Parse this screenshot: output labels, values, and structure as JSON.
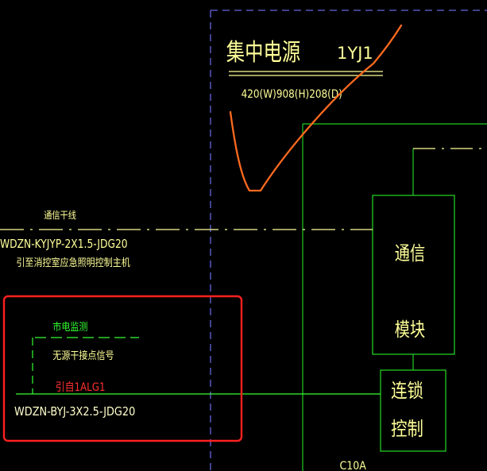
{
  "colors": {
    "background": "#000000",
    "text_yellow": "#ffff99",
    "green": "#22cc22",
    "bright_green": "#33ff33",
    "blue_dash": "#6666dd",
    "orange": "#ff6a1f",
    "red_box": "#ff2020",
    "red_text": "#ff3030",
    "light_yellow": "#ffffcc"
  },
  "title_block": {
    "title": "集中电源",
    "code": "1YJ1",
    "dimensions": "420(W)908(H)208(D)"
  },
  "comm_trunk": {
    "label": "通信干线",
    "cable_spec": "WDZN-KYJYP-2X1.5-JDG20",
    "destination": "引至消控室应急照明控制主机"
  },
  "highlighted": {
    "mains_monitor": "市电监测",
    "passive_signal": "无源干接点信号",
    "source_ref": "引自1ALG1",
    "cable_spec": "WDZN-BYJ-3X2.5-JDG20"
  },
  "modules": {
    "comm_line1": "通信",
    "comm_line2": "模块",
    "interlock_line1": "连锁",
    "interlock_line2": "控制"
  },
  "bottom_label": "C10A"
}
